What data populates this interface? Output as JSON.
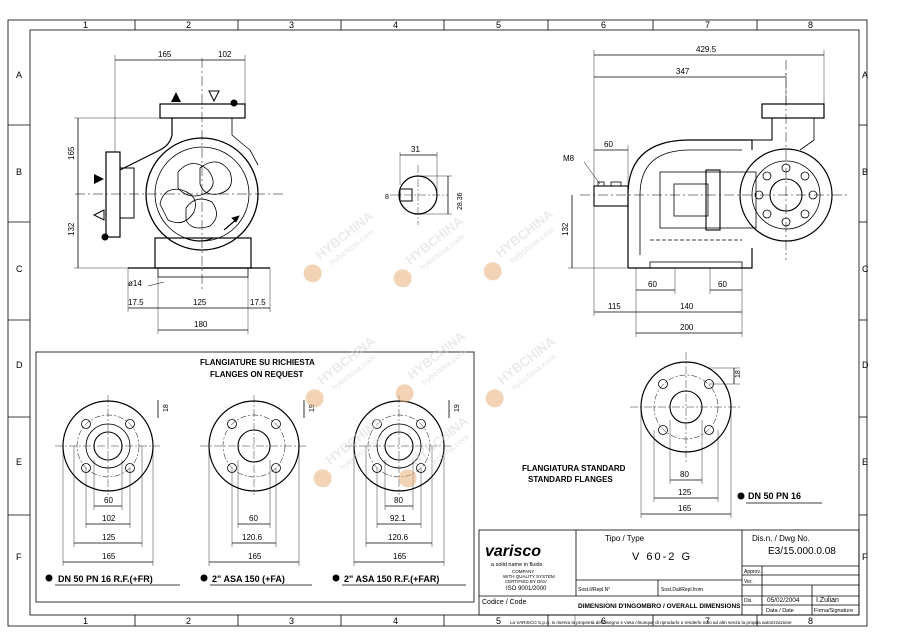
{
  "grid": {
    "cols": [
      "1",
      "2",
      "3",
      "4",
      "5",
      "6",
      "7",
      "8"
    ],
    "rows": [
      "A",
      "B",
      "C",
      "D",
      "E",
      "F"
    ]
  },
  "dims": {
    "front": {
      "d165": "165",
      "d102": "102",
      "v165": "165",
      "v132": "132",
      "hole": "ø14",
      "b175l": "17.5",
      "b125": "125",
      "b175r": "17.5",
      "b180": "180"
    },
    "shaft": {
      "d31": "31",
      "d8": "8",
      "d2836": "28.36"
    },
    "side": {
      "d4295": "429.5",
      "d347": "347",
      "m8": "M8",
      "d60": "60",
      "v132": "132",
      "f60a": "60",
      "f60b": "60",
      "d115": "115",
      "d140": "140",
      "d200": "200"
    },
    "std": {
      "d18": "18",
      "d80": "80",
      "d125": "125",
      "d165": "165"
    },
    "f1": {
      "d18": "18",
      "d60": "60",
      "d102": "102",
      "d125": "125",
      "d165": "165"
    },
    "f2": {
      "d19": "19",
      "d60": "60",
      "d1206": "120.6",
      "d165": "165"
    },
    "f3": {
      "d19": "19",
      "d80": "80",
      "d921": "92.1",
      "d1206": "120.6",
      "d165": "165"
    }
  },
  "labels": {
    "request_it": "FLANGIATURE SU RICHIESTA",
    "request_en": "FLANGES ON REQUEST",
    "std_it": "FLANGIATURA STANDARD",
    "std_en": "STANDARD FLANGES",
    "std_spec": "DN 50 PN 16",
    "f1": "DN 50 PN 16 R.F.(+FR)",
    "f2": "2\" ASA 150 (+FA)",
    "f3": "2\" ASA 150 R.F.(+FAR)"
  },
  "watermark": {
    "brand": "HYBCHINA",
    "url": "hybchina.com"
  },
  "title_block": {
    "logo": "varisco",
    "tagline": "a solid name in fluids",
    "cert1": "COMPANY",
    "cert2": "WITH QUALITY SYSTEM",
    "cert3": "CERTIFIED BY DNV",
    "cert4": "ISO 9001/2000",
    "type_label": "Tipo / Type",
    "type_value": "V 60-2 G",
    "dwg_label": "Dis.n. / Dwg No.",
    "dwg_value": "E3/15.000.0.08",
    "approv": "Approv.",
    "ver": "Ver.",
    "dis": "Dis.",
    "subst_it": "Sost.il/Repl.N°",
    "subst_from": "Sost.Dal/Repl.from",
    "codice": "Codice / Code",
    "title": "DIMENSIONI D'INGOMBRO / OVERALL DIMENSIONS",
    "date_value": "05/02/2004",
    "signature_value": "I.Zulian",
    "date_label": "Data / Date",
    "sig_label": "Firma/Signature",
    "footer": "La VARISCO S.p.A. si riserva la proprietà del disegno e vieta chiunque di riprodurlo o renderlo noto ad altri senza la propria autorizzazione"
  }
}
